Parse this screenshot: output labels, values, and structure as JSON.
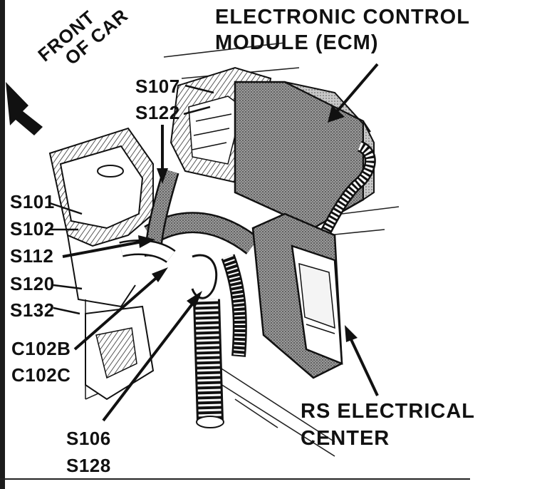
{
  "labels": {
    "ecm_line1": "ELECTRONIC CONTROL",
    "ecm_line2": "MODULE (ECM)",
    "front_line1": "FRONT",
    "front_line2": "OF CAR",
    "s107": "S107",
    "s122": "S122",
    "s101": "S101",
    "s102": "S102",
    "s112": "S112",
    "s120": "S120",
    "s132": "S132",
    "c102b": "C102B",
    "c102c": "C102C",
    "s106": "S106",
    "s128": "S128",
    "rs_line1": "RS ELECTRICAL",
    "rs_line2": "CENTER"
  },
  "icons": [
    "front-arrow-icon"
  ],
  "colors": {
    "ink": "#111111",
    "stipple": "#7a7a7a"
  }
}
